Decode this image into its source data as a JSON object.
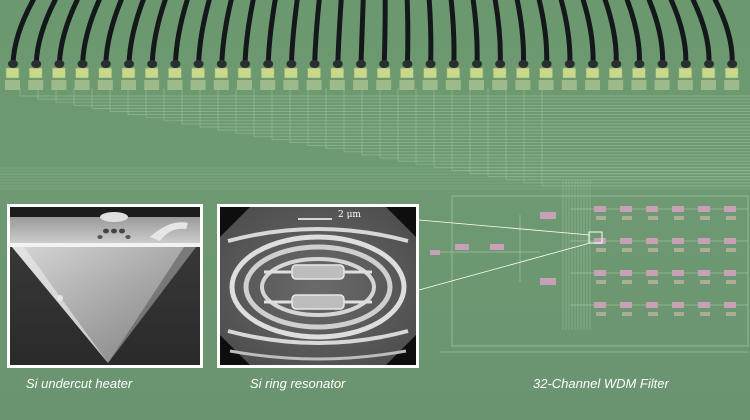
{
  "captions": {
    "heater": "Si undercut heater",
    "ring": "Si ring resonator",
    "wdm": "32-Channel WDM Filter"
  },
  "scale_bar": {
    "label": "2 μm"
  },
  "colors": {
    "substrate": "#6f9a73",
    "bond_pad": "#c9d88a",
    "bond_wire": "#15181a",
    "trace": "#9cc29b",
    "device_pink": "#c7a0b8",
    "caption_text": "#ffffff"
  }
}
